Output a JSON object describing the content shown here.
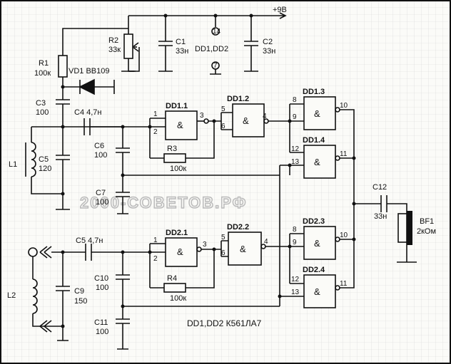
{
  "supply": "+9В",
  "ic_power_label": "DD1,DD2",
  "ic_power_pins": {
    "vcc": "14",
    "gnd": "7"
  },
  "footer": "DD1,DD2 К561ЛА7",
  "watermark": "2000-СОВЕТОВ.РФ",
  "components": {
    "R1": {
      "ref": "R1",
      "value": "100к"
    },
    "R2": {
      "ref": "R2",
      "value": "33к"
    },
    "R3": {
      "ref": "R3",
      "value": "100к"
    },
    "R4": {
      "ref": "R4",
      "value": "100к"
    },
    "VD1": {
      "ref": "VD1 BB109"
    },
    "C1": {
      "ref": "C1",
      "value": "33н"
    },
    "C2": {
      "ref": "C2",
      "value": "33н"
    },
    "C3": {
      "ref": "C3",
      "value": "100"
    },
    "C4": {
      "ref": "C4 4,7н"
    },
    "C5a": {
      "ref": "C5",
      "value": "120"
    },
    "C5b": {
      "ref": "C5 4,7н"
    },
    "C6": {
      "ref": "C6",
      "value": "100"
    },
    "C7": {
      "ref": "C7",
      "value": "100"
    },
    "C9": {
      "ref": "C9",
      "value": "150"
    },
    "C10": {
      "ref": "C10",
      "value": "100"
    },
    "C11": {
      "ref": "C11",
      "value": "100"
    },
    "C12": {
      "ref": "C12",
      "value": "33н"
    },
    "L1": {
      "ref": "L1"
    },
    "L2": {
      "ref": "L2"
    },
    "BF1": {
      "ref": "BF1",
      "value": "2кОм"
    }
  },
  "gates": [
    {
      "name": "DD1.1",
      "sym": "&",
      "pins": [
        "1",
        "2",
        "3"
      ]
    },
    {
      "name": "DD1.2",
      "sym": "&",
      "pins": [
        "5",
        "6",
        "4"
      ]
    },
    {
      "name": "DD1.3",
      "sym": "&",
      "pins": [
        "8",
        "9",
        "10"
      ]
    },
    {
      "name": "DD1.4",
      "sym": "&",
      "pins": [
        "12",
        "13",
        "11"
      ]
    },
    {
      "name": "DD2.1",
      "sym": "&",
      "pins": [
        "1",
        "2",
        "3"
      ]
    },
    {
      "name": "DD2.2",
      "sym": "&",
      "pins": [
        "5",
        "6",
        "4"
      ]
    },
    {
      "name": "DD2.3",
      "sym": "&",
      "pins": [
        "8",
        "9",
        "10"
      ]
    },
    {
      "name": "DD2.4",
      "sym": "&",
      "pins": [
        "12",
        "13",
        "11"
      ]
    }
  ]
}
